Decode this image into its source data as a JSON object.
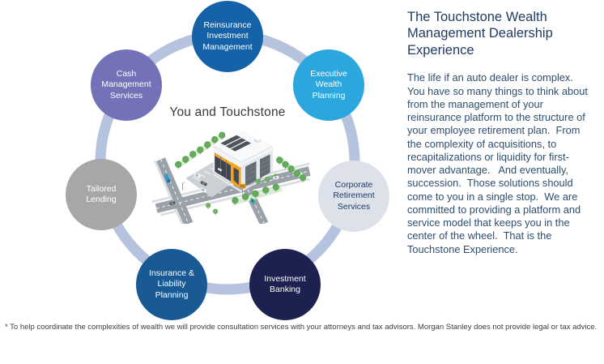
{
  "slide": {
    "title": "The Touchstone Wealth Management Dealership Experience",
    "body": "The life if an auto dealer is complex.  You have so many things to think about from the management of your reinsurance platform to the structure of your employee retirement plan.  From the complexity of acquisitions, to recapitalizations or liquidity for first-mover advantage.   And eventually, succession.  Those solutions should come to you in a single stop.  We are committed to providing a platform and service model that keeps you in the center of the wheel.  That is the Touchstone Experience.",
    "footnote": "* To help coordinate the complexities of wealth we will provide consultation services with your attorneys and tax advisors. Morgan Stanley does not provide legal or tax advice."
  },
  "wheel": {
    "center_label": "You and Touchstone",
    "ring_color": "#b5c3de",
    "illustration": "isometric-car-dealership",
    "illustration_accent_color": "#f6a21d",
    "items": [
      {
        "id": "reinsurance-investment-management",
        "label": "Reinsurance Investment Management",
        "color": "#1562a9",
        "text_color": "#ffffff"
      },
      {
        "id": "executive-wealth-planning",
        "label": "Executive Wealth Planning",
        "color": "#2ba7de",
        "text_color": "#ffffff"
      },
      {
        "id": "corporate-retirement-services",
        "label": "Corporate Retirement Services",
        "color": "#dde1ea",
        "text_color": "#1f3c66"
      },
      {
        "id": "investment-banking",
        "label": "Investment Banking",
        "color": "#1d2150",
        "text_color": "#ffffff"
      },
      {
        "id": "insurance-liability-planning",
        "label": "Insurance & Liability Planning",
        "color": "#195a94",
        "text_color": "#ffffff"
      },
      {
        "id": "tailored-lending",
        "label": "Tailored Lending",
        "color": "#a7a7a9",
        "text_color": "#ffffff"
      },
      {
        "id": "cash-management-services",
        "label": "Cash Management Services",
        "color": "#7372b8",
        "text_color": "#ffffff"
      }
    ]
  }
}
